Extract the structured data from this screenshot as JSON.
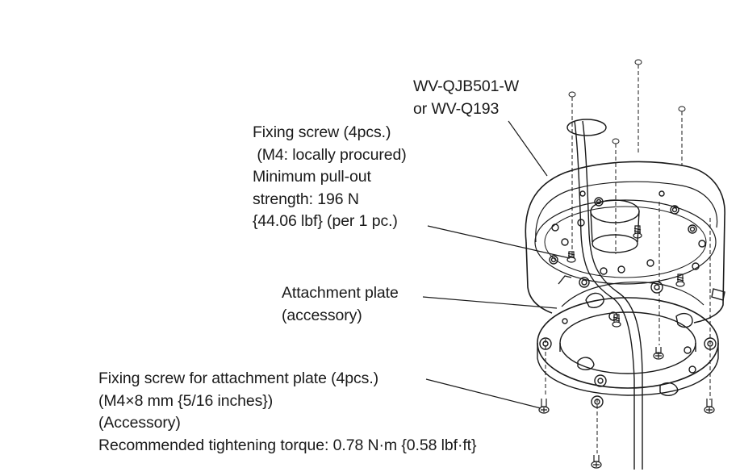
{
  "labels": {
    "model": {
      "line1": "WV-QJB501-W",
      "line2": "or WV-Q193"
    },
    "fixing_screw": {
      "line1": "Fixing screw (4pcs.)",
      "line2": " (M4: locally procured)",
      "line3": "Minimum pull-out",
      "line4": "strength: 196 N",
      "line5": "{44.06 lbf} (per 1 pc.)"
    },
    "attachment_plate": {
      "line1": "Attachment plate",
      "line2": "(accessory)"
    },
    "plate_screw": {
      "line1": "Fixing screw for attachment plate (4pcs.)",
      "line2": "(M4×8 mm {5/16 inches})",
      "line3": "(Accessory)",
      "line4": "Recommended tightening torque: 0.78 N·m {0.58 lbf·ft}"
    }
  }
}
